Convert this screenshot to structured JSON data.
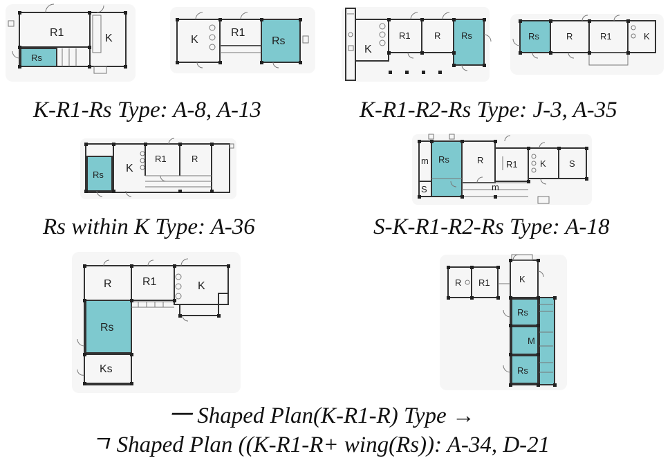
{
  "colors": {
    "bath_highlight": "#7ec9cf",
    "wall": "#333333",
    "text": "#111111"
  },
  "captions": {
    "k_r1_rs": "K-R1-Rs Type: A-8, A-13",
    "k_r1_r2_rs": "K-R1-R2-Rs Type: J-3, A-35",
    "rs_within_k": "Rs within K Type: A-36",
    "s_k_r1_r2_rs": "S-K-R1-R2-Rs Type: A-18",
    "line_shaped": "一 Shaped Plan(K-R1-R) Type →",
    "l_shaped": "ㄱ Shaped Plan ((K-R1-R+ wing(Rs)): A-34, D-21"
  },
  "plans": {
    "p1": {
      "r1": "R1",
      "k": "K",
      "rs": "Rs"
    },
    "p2": {
      "k": "K",
      "r1": "R1",
      "rs": "Rs"
    },
    "p3": {
      "k": "K",
      "r1": "R1",
      "r": "R",
      "rs": "Rs"
    },
    "p4": {
      "rs": "Rs",
      "r": "R",
      "r1": "R1",
      "k": "K"
    },
    "p5": {
      "rs": "Rs",
      "k": "K",
      "r1": "R1",
      "r": "R"
    },
    "p6": {
      "m1": "m",
      "rs": "Rs",
      "r": "R",
      "r1": "R1",
      "k": "K",
      "s1": "S",
      "s2": "S",
      "m2": "m"
    },
    "p7": {
      "r": "R",
      "r1": "R1",
      "k": "K",
      "rs": "Rs",
      "ks": "Ks"
    },
    "p8": {
      "r": "R",
      "r1": "R1",
      "k": "K",
      "rs1": "Rs",
      "m": "M",
      "rs2": "Rs"
    }
  }
}
